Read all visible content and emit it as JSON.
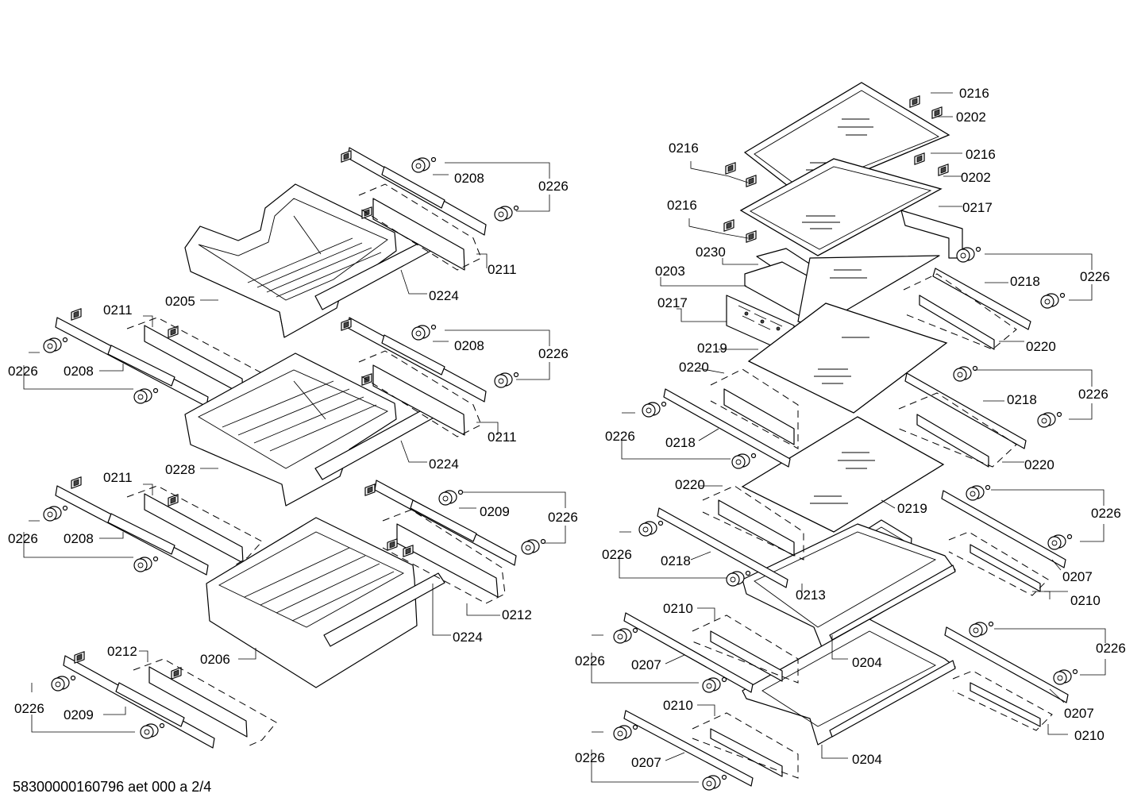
{
  "footer": {
    "code": "58300000160796 aet 000 a 2/4"
  },
  "labels": {
    "left": {
      "l0208a": "0208",
      "l0226a": "0226",
      "l0211a": "0211",
      "l0224a": "0224",
      "l0205": "0205",
      "l0211b": "0211",
      "l0226b": "0226",
      "l0208b": "0208",
      "l0208c": "0208",
      "l0226c": "0226",
      "l0211c": "0211",
      "l0224b": "0224",
      "l0228": "0228",
      "l0211d": "0211",
      "l0226d": "0226",
      "l0208d": "0208",
      "l0209a": "0209",
      "l0226e": "0226",
      "l0212a": "0212",
      "l0224c": "0224",
      "l0206": "0206",
      "l0212b": "0212",
      "l0226f": "0226",
      "l0209b": "0209"
    },
    "right": {
      "r0216a": "0216",
      "r0202a": "0202",
      "r0216b": "0216",
      "r0202b": "0202",
      "r0217a": "0217",
      "r0216c": "0216",
      "r0216d": "0216",
      "r0230": "0230",
      "r0203": "0203",
      "r0217b": "0217",
      "r0226a": "0226",
      "r0218a": "0218",
      "r0220a": "0220",
      "r0219a": "0219",
      "r0220b": "0220",
      "r0226b": "0226",
      "r0218b": "0218",
      "r0220c": "0220",
      "r0226c": "0226",
      "r0218c": "0218",
      "r0220d": "0220",
      "r0219b": "0219",
      "r0226d": "0226",
      "r0207a": "0207",
      "r0226e": "0226",
      "r0218d": "0218",
      "r0213": "0213",
      "r0210a": "0210",
      "r0210b": "0210",
      "r0204a": "0204",
      "r0226f": "0226",
      "r0207b": "0207",
      "r0226g": "0226",
      "r0207c": "0207",
      "r0210c": "0210",
      "r0210d": "0210",
      "r0226h": "0226",
      "r0207d": "0207",
      "r0204b": "0204"
    }
  }
}
